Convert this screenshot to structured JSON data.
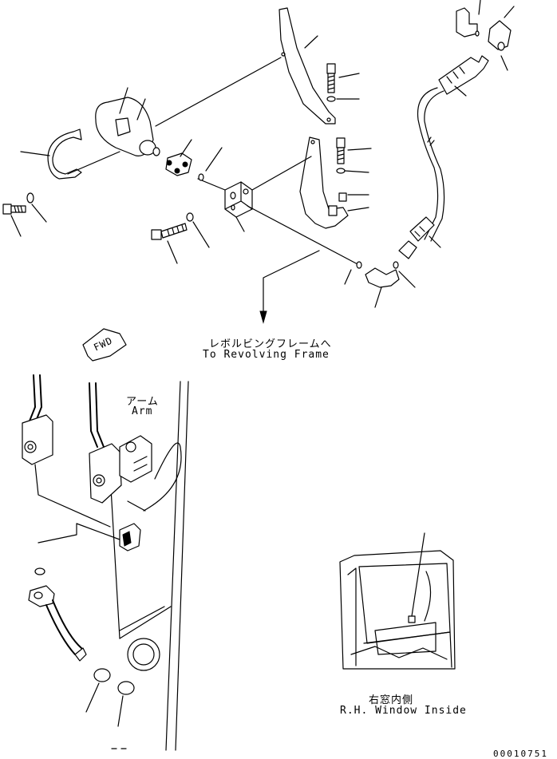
{
  "labels": {
    "revolving_jp": "レボルビングフレームへ",
    "revolving_en": "To Revolving Frame",
    "arm_jp": "アーム",
    "arm_en": "Arm",
    "window_jp": "右窓内側",
    "window_en": "R.H. Window Inside",
    "fwd": "FWD",
    "drawing_code": "00010751"
  }
}
